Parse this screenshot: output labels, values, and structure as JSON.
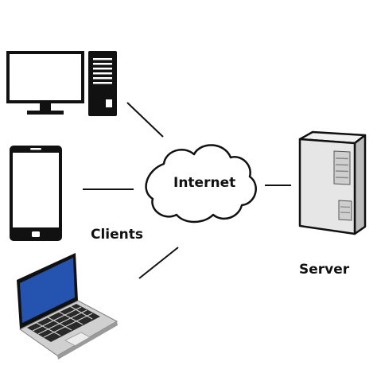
{
  "labels": {
    "internet": "Internet",
    "clients": "Clients",
    "server": "Server"
  },
  "nodes": {
    "desktop": {
      "icon": "desktop-computer-icon"
    },
    "phone": {
      "icon": "smartphone-icon"
    },
    "laptop": {
      "icon": "laptop-icon"
    },
    "cloud": {
      "icon": "cloud-icon"
    },
    "server": {
      "icon": "server-tower-icon"
    }
  },
  "colors": {
    "stroke": "#111111",
    "background": "#ffffff",
    "laptop_screen": "#2454b0",
    "server_body": "#e6e6e6",
    "server_shade": "#cfcfcf"
  }
}
